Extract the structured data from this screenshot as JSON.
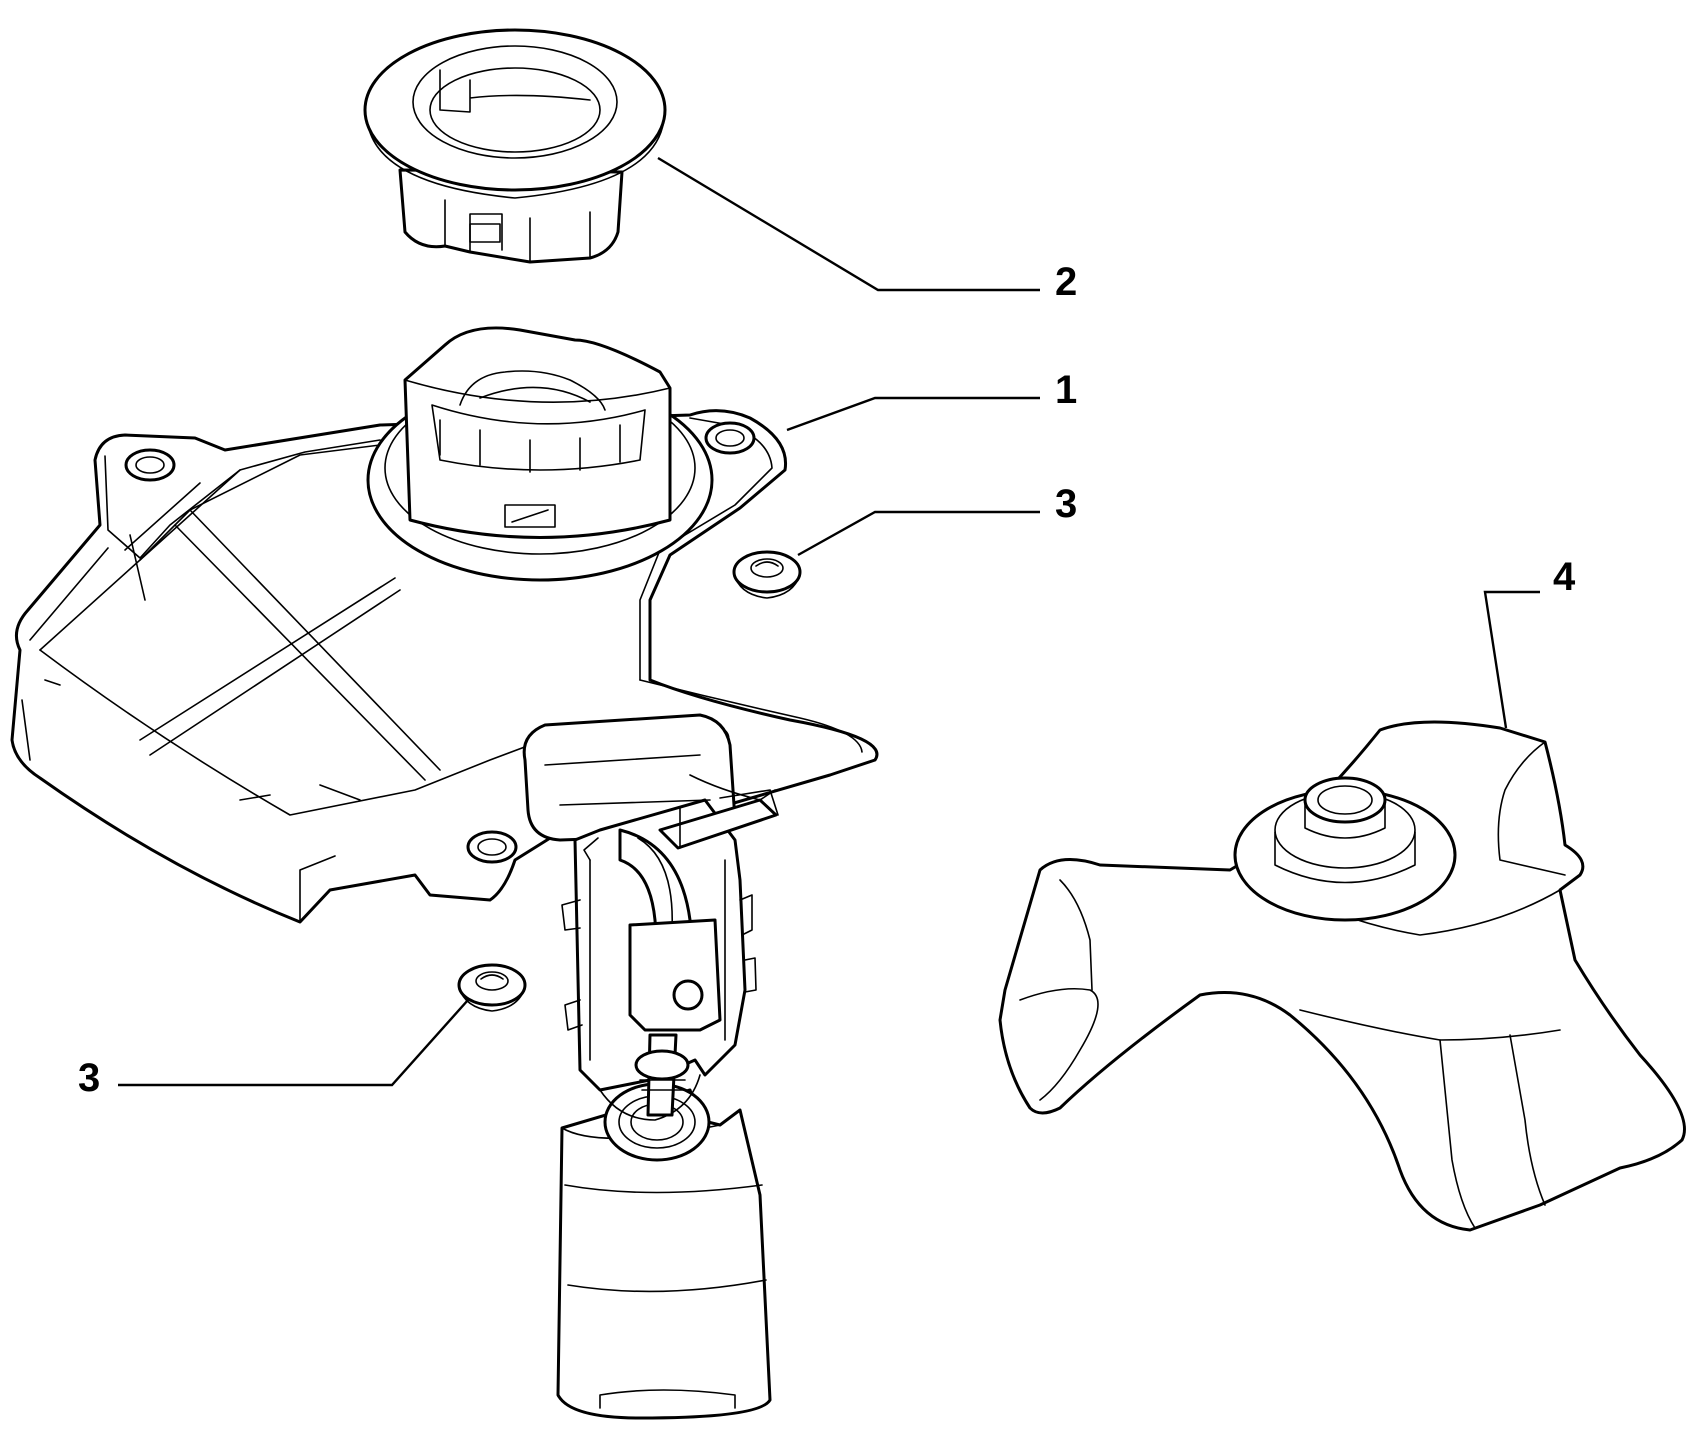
{
  "diagram": {
    "callouts": [
      {
        "id": "c2",
        "label": "2"
      },
      {
        "id": "c1",
        "label": "1"
      },
      {
        "id": "c3a",
        "label": "3"
      },
      {
        "id": "c4",
        "label": "4"
      },
      {
        "id": "c3b",
        "label": "3"
      }
    ],
    "colors": {
      "line": "#000000",
      "background": "#ffffff"
    }
  }
}
